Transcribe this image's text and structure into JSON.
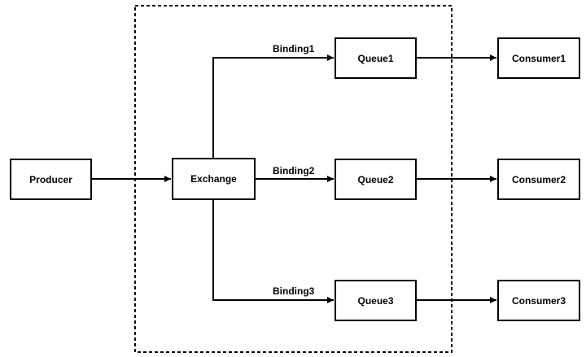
{
  "nodes": {
    "producer": "Producer",
    "exchange": "Exchange",
    "queue1": "Queue1",
    "queue2": "Queue2",
    "queue3": "Queue3",
    "consumer1": "Consumer1",
    "consumer2": "Consumer2",
    "consumer3": "Consumer3"
  },
  "bindings": {
    "binding1": "Binding1",
    "binding2": "Binding2",
    "binding3": "Binding3"
  },
  "colors": {
    "stroke": "#000000",
    "background": "#ffffff"
  }
}
